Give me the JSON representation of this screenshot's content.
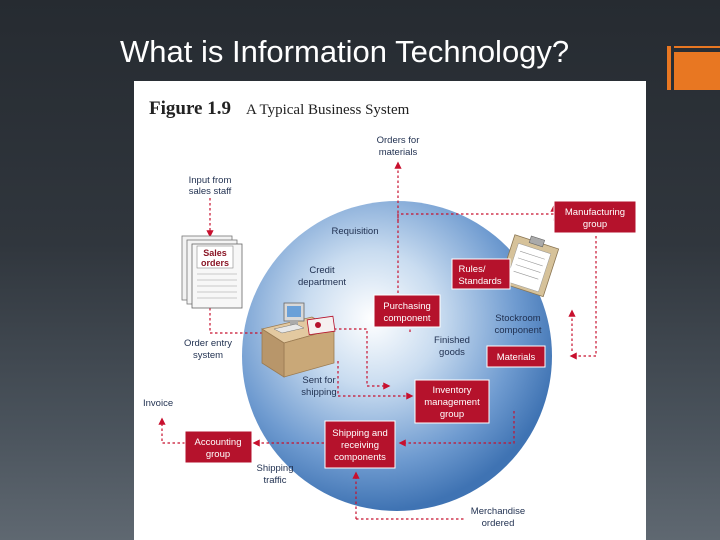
{
  "slide": {
    "title": "What is Information Technology?",
    "accent_color": "#e87722"
  },
  "figure": {
    "number": "Figure 1.9",
    "caption": "A Typical Business System",
    "box_color": "#b5122c",
    "arrow_color": "#c8102e",
    "sphere_color": "#3f73b3",
    "labels": {
      "orders_for_materials": [
        "Orders for",
        "materials"
      ],
      "input_from_sales_staff": [
        "Input from",
        "sales staff"
      ],
      "requisition": [
        "Requisition"
      ],
      "credit_department": [
        "Credit",
        "department"
      ],
      "order_entry_system": [
        "Order entry",
        "system"
      ],
      "finished_goods": [
        "Finished",
        "goods"
      ],
      "stockroom_component": [
        "Stockroom",
        "component"
      ],
      "sent_for_shipping": [
        "Sent for",
        "shipping"
      ],
      "invoice": [
        "Invoice"
      ],
      "shipping_traffic": [
        "Shipping",
        "traffic"
      ],
      "merchandise_ordered": [
        "Merchandise",
        "ordered"
      ]
    },
    "boxes": {
      "manufacturing_group": [
        "Manufacturing",
        "group"
      ],
      "rules_standards": [
        "Rules/",
        "Standards"
      ],
      "purchasing_component": [
        "Purchasing",
        "component"
      ],
      "materials": [
        "Materials"
      ],
      "inventory_management_group": [
        "Inventory",
        "management",
        "group"
      ],
      "shipping_receiving_components": [
        "Shipping and",
        "receiving",
        "components"
      ],
      "accounting_group": [
        "Accounting",
        "group"
      ]
    },
    "document_label": [
      "Sales",
      "orders"
    ]
  }
}
